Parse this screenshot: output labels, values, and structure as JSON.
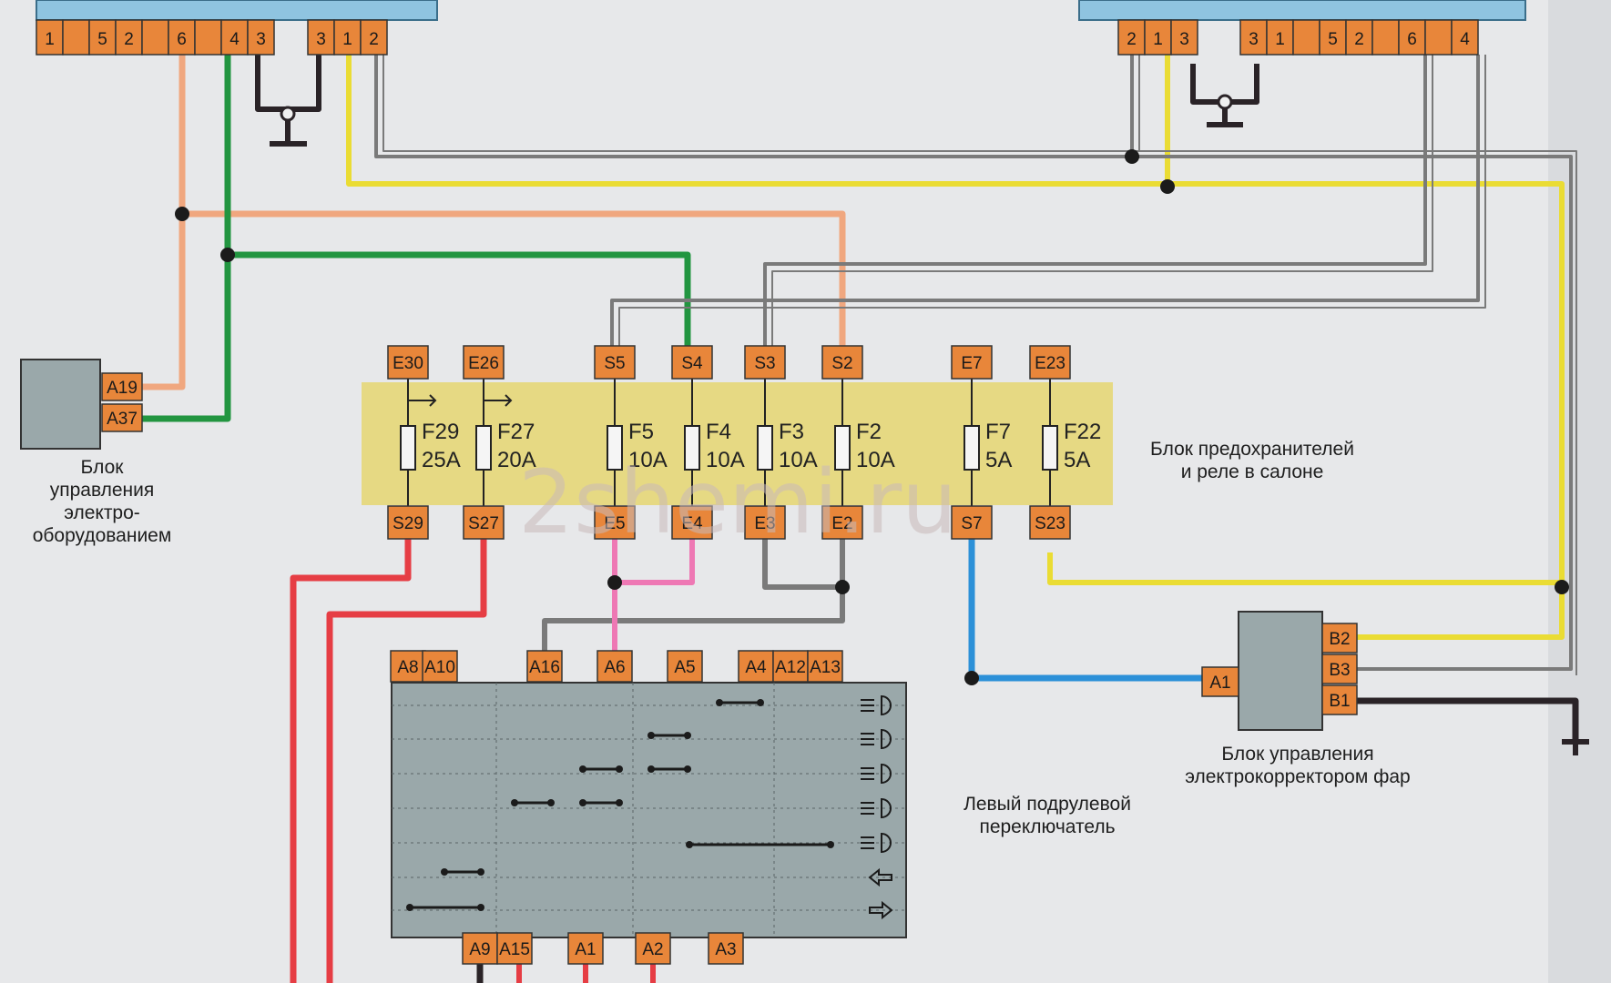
{
  "watermark": "2shemi.ru",
  "colors": {
    "wire_peach": "#f0a77f",
    "wire_green": "#229540",
    "wire_yellow": "#eadc34",
    "wire_gray": "#7a7a7a",
    "wire_red": "#e63d44",
    "wire_pink": "#ee78b4",
    "wire_blue": "#2c90d8",
    "wire_black": "#2a2327",
    "pin_orange": "#e8863a",
    "fuse_block": "#e6d77a",
    "module_gray": "#9aa8aa",
    "connector_blue": "#8fc4e0"
  },
  "connector_left": {
    "pins_group1": [
      "1",
      "",
      "5",
      "2",
      "",
      "6",
      "",
      "4",
      "3"
    ],
    "pins_group2": [
      "3",
      "1",
      "2"
    ]
  },
  "connector_right": {
    "pins_group1": [
      "2",
      "1",
      "3"
    ],
    "pins_group2": [
      "3",
      "1",
      "",
      "5",
      "2",
      "",
      "6",
      "",
      "4"
    ]
  },
  "electrical_unit": {
    "caption_lines": [
      "Блок",
      "управления",
      "электро-",
      "оборудованием"
    ],
    "pins": [
      "A19",
      "A37"
    ]
  },
  "fuse_block": {
    "caption_lines": [
      "Блок предохранителей",
      "и реле в салоне"
    ],
    "fuses": [
      {
        "id": "F29",
        "rating": "25A",
        "top": "E30",
        "bottom": "S29"
      },
      {
        "id": "F27",
        "rating": "20A",
        "top": "E26",
        "bottom": "S27"
      },
      {
        "id": "F5",
        "rating": "10A",
        "top": "S5",
        "bottom": "E5"
      },
      {
        "id": "F4",
        "rating": "10A",
        "top": "S4",
        "bottom": "E4"
      },
      {
        "id": "F3",
        "rating": "10A",
        "top": "S3",
        "bottom": "E3"
      },
      {
        "id": "F2",
        "rating": "10A",
        "top": "S2",
        "bottom": "E2"
      },
      {
        "id": "F7",
        "rating": "5A",
        "top": "E7",
        "bottom": "S7"
      },
      {
        "id": "F22",
        "rating": "5A",
        "top": "E23",
        "bottom": "S23"
      }
    ]
  },
  "headlight_corrector": {
    "caption_lines": [
      "Блок управления",
      "электрокорректором фар"
    ],
    "pins": [
      "A1",
      "B2",
      "B3",
      "B1"
    ]
  },
  "switch": {
    "caption_lines": [
      "Левый подрулевой",
      "переключатель"
    ],
    "top_pins": [
      "A8",
      "A10",
      "A16",
      "A6",
      "A5",
      "A4",
      "A12",
      "A13"
    ],
    "bottom_pins": [
      "A9",
      "A15",
      "A1",
      "A2",
      "A3"
    ],
    "icons": [
      "parking-lights-icon",
      "side-lights-icon",
      "low-beam-icon",
      "high-beam-icon",
      "rear-fog-icon",
      "turn-left-icon",
      "turn-right-icon"
    ]
  }
}
